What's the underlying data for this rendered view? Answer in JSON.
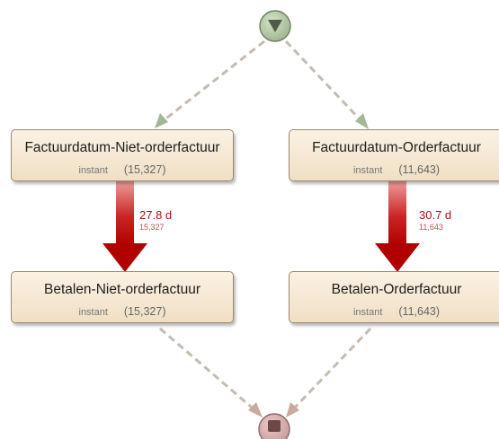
{
  "nodes": [
    {
      "id": "n1",
      "label": "Factuurdatum-Niet-orderfactuur",
      "type": "instant",
      "count": "(15,327)"
    },
    {
      "id": "n2",
      "label": "Factuurdatum-Orderfactuur",
      "type": "instant",
      "count": "(11,643)"
    },
    {
      "id": "n3",
      "label": "Betalen-Niet-orderfactuur",
      "type": "instant",
      "count": "(15,327)"
    },
    {
      "id": "n4",
      "label": "Betalen-Orderfactuur",
      "type": "instant",
      "count": "(11,643)"
    }
  ],
  "edges": [
    {
      "from": "n1",
      "to": "n3",
      "duration": "27.8 d",
      "count": "15,327"
    },
    {
      "from": "n2",
      "to": "n4",
      "duration": "30.7 d",
      "count": "11,643"
    }
  ],
  "colors": {
    "start": "#9eb48f",
    "end": "#c79a9a",
    "edge": "#b00000",
    "dashed": "#c4bcb0",
    "arrowhead_top": "#a4b896",
    "arrowhead_bottom": "#c8aaa0"
  },
  "icons": {
    "start": "triangle-down-icon",
    "end": "square-stop-icon"
  }
}
